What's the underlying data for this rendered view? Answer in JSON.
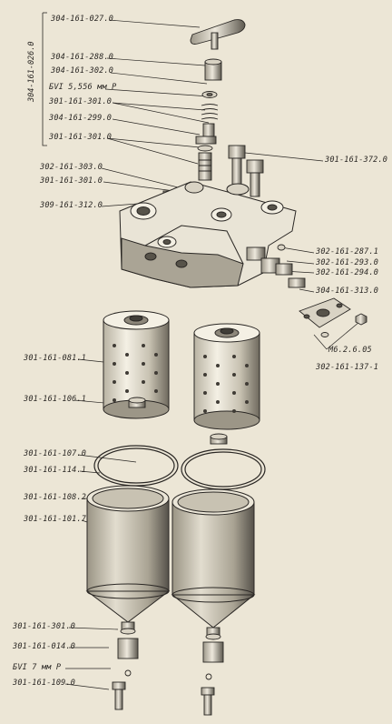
{
  "labels": {
    "l01": "304-161-027.0",
    "l02": "304-161-288.0",
    "l03": "304-161-302.0",
    "l04": "БVI 5,556 мм Р",
    "l05": "301-161-301.0",
    "l06": "304-161-299.0",
    "l07": "301-161-301.0",
    "l08": "302-161-303.0",
    "l09": "301-161-301.0",
    "l10": "309-161-312.0",
    "l11": "301-161-372.0",
    "l12": "302-161-287.1",
    "l13": "302-161-293.0",
    "l14": "302-161-294.0",
    "l15": "304-161-313.0",
    "l16": "М6.2.6.05",
    "l17": "302-161-137-1",
    "l18": "301-161-081.1",
    "l19": "301-161-106.1",
    "l20": "301-161-107.0",
    "l21": "301-161-114.1",
    "l22": "301-161-108.2",
    "l23": "301-161-101.7",
    "l24": "301-161-301.0",
    "l25": "301-161-014.0",
    "l26": "БVI 7 мм Р",
    "l27": "301-161-109.0",
    "assembly": "304-161-026.0"
  },
  "colors": {
    "paper": "#ece6d6",
    "ink": "#2a2724",
    "shade": "#8c8779",
    "light": "#f6f2e6"
  }
}
